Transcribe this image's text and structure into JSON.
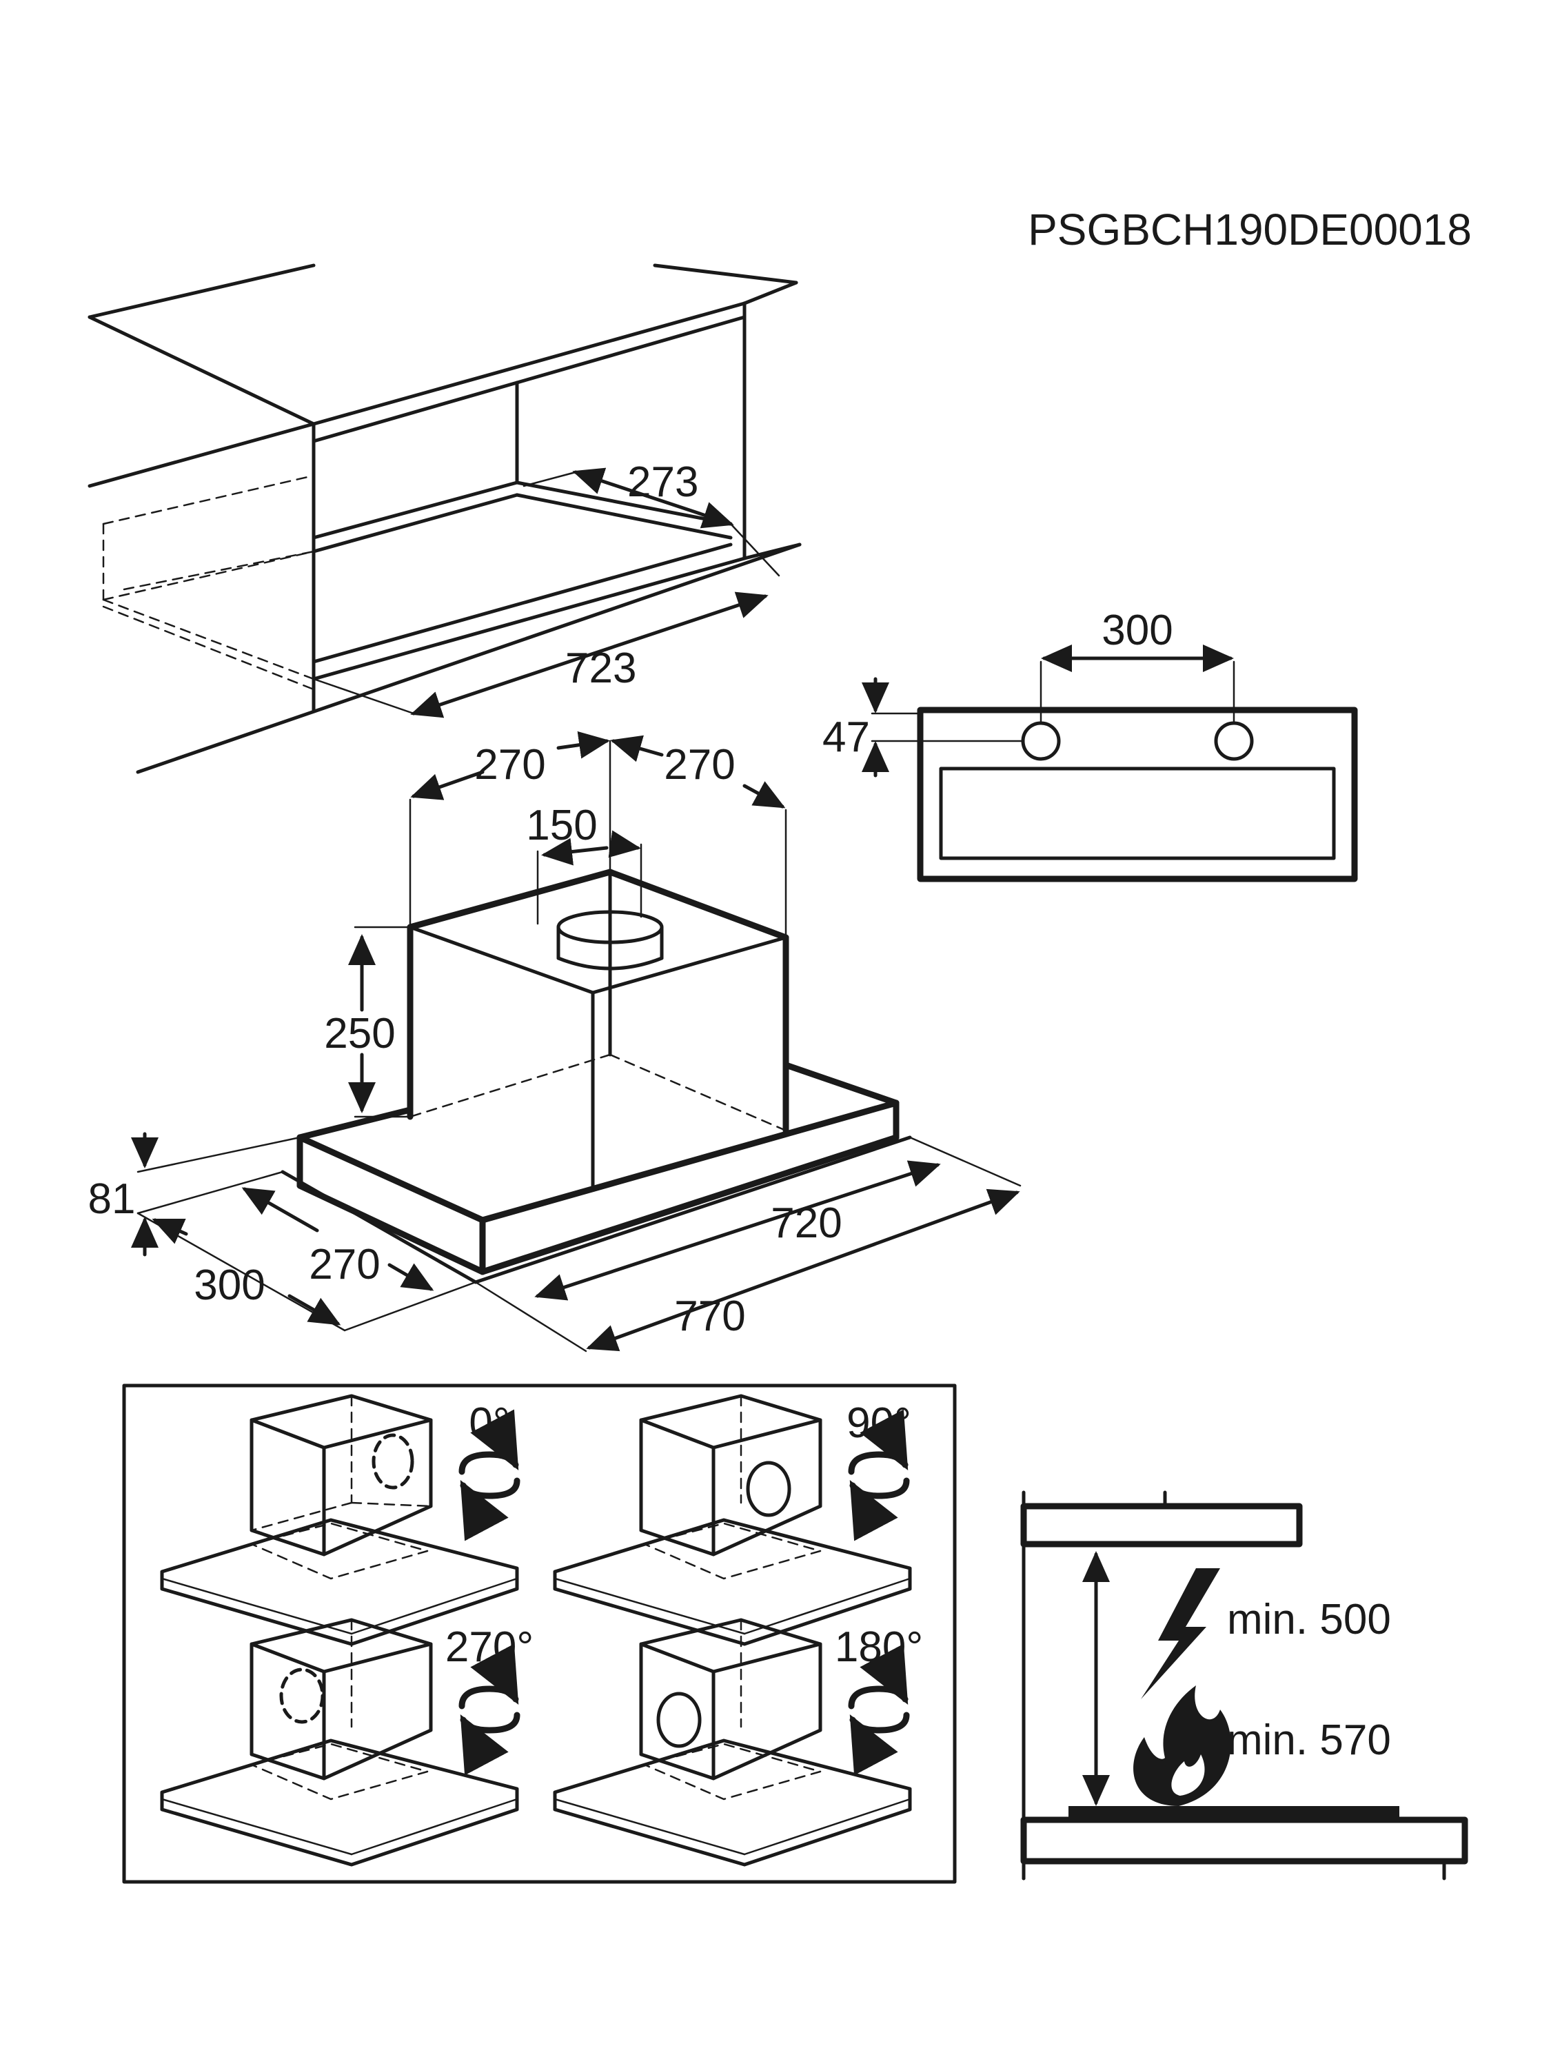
{
  "document_code": "PSGBCH190DE00018",
  "dims": {
    "cabinet_depth": "273",
    "cabinet_width": "723",
    "hole_spacing": "300",
    "hole_offset": "47",
    "motor_left": "270",
    "motor_right": "270",
    "outlet_diameter": "150",
    "motor_height": "250",
    "frame_height": "81",
    "depth_outer": "300",
    "depth_inner": "270",
    "width_inner": "720",
    "width_outer": "770"
  },
  "rotations": [
    "0°",
    "90°",
    "270°",
    "180°"
  ],
  "clearance": {
    "electric": "min. 500",
    "gas": "min. 570"
  },
  "icons": [
    "rotate-arrows-icon",
    "lightning-icon",
    "flame-icon"
  ]
}
